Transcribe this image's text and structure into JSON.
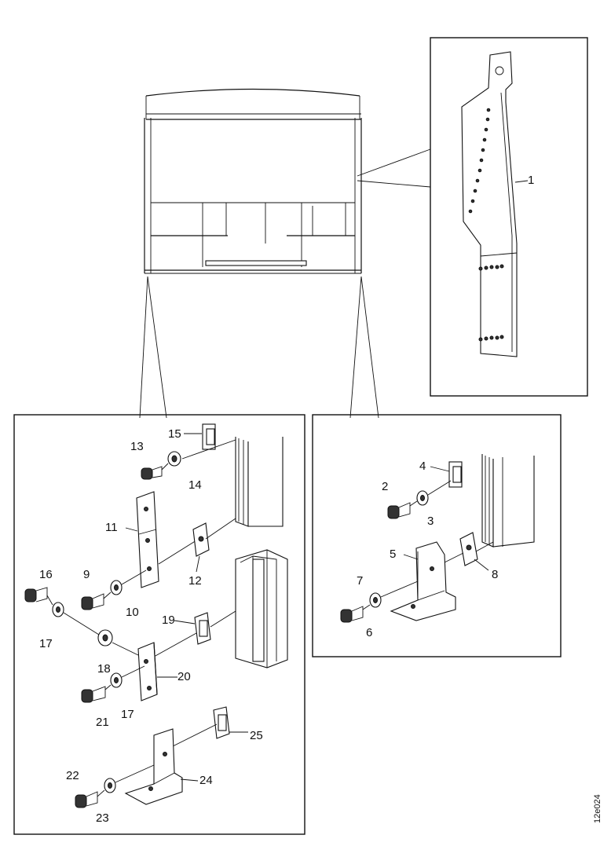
{
  "labels": {
    "p1": "1",
    "p2": "2",
    "p3": "3",
    "p4": "4",
    "p5": "5",
    "p6": "6",
    "p7": "7",
    "p8": "8",
    "p9": "9",
    "p10": "10",
    "p11": "11",
    "p12": "12",
    "p13": "13",
    "p14": "14",
    "p15": "15",
    "p16": "16",
    "p17a": "17",
    "p17b": "17",
    "p18": "18",
    "p19": "19",
    "p20": "20",
    "p21": "21",
    "p22": "22",
    "p23": "23",
    "p24": "24",
    "p25": "25"
  },
  "reference_code": "12e024"
}
